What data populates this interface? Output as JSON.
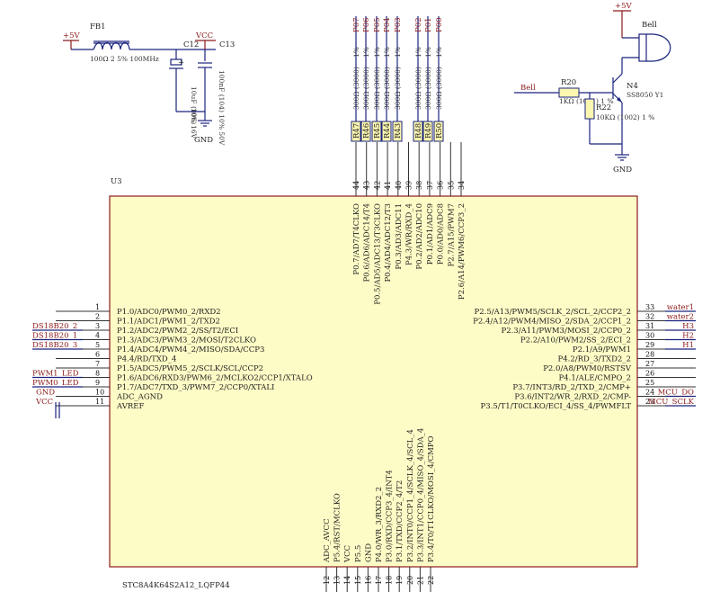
{
  "chip": {
    "designator": "U3",
    "part": "STC8A4K64S2A12_LQFP44",
    "left_pins": [
      {
        "num": "1",
        "name": "P1.0/ADC0/PWM0_2/RXD2",
        "net": ""
      },
      {
        "num": "2",
        "name": "P1.1/ADC1/PWM1_2/TXD2",
        "net": ""
      },
      {
        "num": "3",
        "name": "P1.2/ADC2/PWM2_2/SS/T2/ECI",
        "net": "DS18B20_2"
      },
      {
        "num": "4",
        "name": "P1.3/ADC3/PWM3_2/MOSI/T2CLKO",
        "net": "DS18B20_1"
      },
      {
        "num": "5",
        "name": "P1.4/ADC4/PWM4_2/MISO/SDA/CCP3",
        "net": "DS18B20_3"
      },
      {
        "num": "6",
        "name": "P4.4/RD/TXD_4",
        "net": ""
      },
      {
        "num": "7",
        "name": "P1.5/ADC5/PWM5_2/SCLK/SCL/CCP2",
        "net": ""
      },
      {
        "num": "8",
        "name": "P1.6/ADC6/RXD3/PWM6_2/MCLKO2/CCP1/XTALO",
        "net": "PWM1_LED"
      },
      {
        "num": "9",
        "name": "P1.7/ADC7/TXD_3/PWM7_2/CCP0/XTALI",
        "net": "PWM0_LED"
      },
      {
        "num": "10",
        "name": "ADC_AGND",
        "net": "GND"
      },
      {
        "num": "11",
        "name": "AVREF",
        "net": "VCC"
      }
    ],
    "right_pins": [
      {
        "num": "33",
        "name": "P2.5/A13/PWM5/SCLK_2/SCL_2/CCP2_2",
        "net": "water1"
      },
      {
        "num": "32",
        "name": "P2.4/A12/PWM4/MISO_2/SDA_2/CCP1_2",
        "net": "water2"
      },
      {
        "num": "31",
        "name": "P2.3/A11/PWM3/MOSI_2/CCP0_2",
        "net": "H3"
      },
      {
        "num": "30",
        "name": "P2.2/A10/PWM2/SS_2/ECI_2",
        "net": "H2"
      },
      {
        "num": "29",
        "name": "P2.1/A9/PWM1",
        "net": "H1"
      },
      {
        "num": "28",
        "name": "P4.2/RD_3/TXD2_2",
        "net": ""
      },
      {
        "num": "27",
        "name": "P2.0/A8/PWM0/RSTSV",
        "net": ""
      },
      {
        "num": "26",
        "name": "P4.1/ALE/CMPO_2",
        "net": ""
      },
      {
        "num": "25",
        "name": "P3.7/INT3/RD_2/TXD_2/CMP+",
        "net": ""
      },
      {
        "num": "24",
        "name": "P3.6/INT2/WR_2/RXD_2/CMP-",
        "net": "MCU_DO"
      },
      {
        "num": "23",
        "name": "P3.5/T1/T0CLKO/ECI_4/SS_4/PWMFLT",
        "net": "MCU_SCLK"
      }
    ],
    "top_pins": [
      {
        "num": "44",
        "name": "P0.7/AD7/T4CLKO"
      },
      {
        "num": "43",
        "name": "P0.6/AD6/ADC14/T4"
      },
      {
        "num": "42",
        "name": "P0.5/AD5/ADC13/T3CLKO"
      },
      {
        "num": "41",
        "name": "P0.4/AD4/ADC12/T3"
      },
      {
        "num": "40",
        "name": "P0.3/AD3/ADC11"
      },
      {
        "num": "39",
        "name": "P4.3/WR/RXD_4"
      },
      {
        "num": "38",
        "name": "P0.2/AD2/ADC10"
      },
      {
        "num": "37",
        "name": "P0.1/AD1/ADC9"
      },
      {
        "num": "36",
        "name": "P0.0/AD0/ADC8"
      },
      {
        "num": "35",
        "name": "P2.7/A15/PWM7"
      },
      {
        "num": "34",
        "name": "P2.6/A14/PWM6/CCP3_2"
      }
    ],
    "bottom_pins": [
      {
        "num": "12",
        "name": "ADC_AVCC"
      },
      {
        "num": "13",
        "name": "P5.4/RST/MCLKO"
      },
      {
        "num": "14",
        "name": "VCC"
      },
      {
        "num": "15",
        "name": "P5.5"
      },
      {
        "num": "16",
        "name": "GND"
      },
      {
        "num": "17",
        "name": "P4.0/WR_3/RXD2_2"
      },
      {
        "num": "18",
        "name": "P3.0/RXD/CCP3_4/INT4"
      },
      {
        "num": "19",
        "name": "P3.1/TXD/CCP2_4/T2"
      },
      {
        "num": "20",
        "name": "P3.2/INT0/CCP1_4/SCLK_4/SCL_4"
      },
      {
        "num": "21",
        "name": "P3.3/INT1/CCP0_4/MISO_4/SDA_4"
      },
      {
        "num": "22",
        "name": "P3.4/T0/T1CLKO/MOSI_4/CMPO"
      }
    ]
  },
  "resistor_array": [
    {
      "des": "R47",
      "net": "P07",
      "value": "300Ω (3000)",
      "tol": "1%"
    },
    {
      "des": "R46",
      "net": "P06",
      "value": "300Ω (3000)",
      "tol": "1%"
    },
    {
      "des": "R45",
      "net": "P05",
      "value": "300Ω (3000)",
      "tol": "1%"
    },
    {
      "des": "R44",
      "net": "P04",
      "value": "300Ω (3000)",
      "tol": "1%"
    },
    {
      "des": "R43",
      "net": "P03",
      "value": "300Ω (3000)",
      "tol": "1%"
    },
    {
      "des": "R48",
      "net": "P02",
      "value": "300Ω (3000)",
      "tol": "1%"
    },
    {
      "des": "R49",
      "net": "P01",
      "value": "300Ω (3000)",
      "tol": "1%"
    },
    {
      "des": "R50",
      "net": "P00",
      "value": "300Ω (3000)",
      "tol": "1%"
    }
  ],
  "power_filter": {
    "supply": "+5V",
    "ferrite": "FB1",
    "ferrite_value": "100Ω 2  5% 100MHz",
    "vcc": "VCC",
    "c12": "C12",
    "c12_value": "10uF (106)",
    "c12_tol": "10% 16V",
    "c13": "C13",
    "c13_value": "100nF (104) 10% 50V",
    "gnd": "GND",
    "plus": "+"
  },
  "bell_driver": {
    "supply": "+5V",
    "bell": "Bell",
    "input_net": "Bell",
    "r20": "R20",
    "r20_value": "1KΩ (1001) 1 %",
    "r22": "R22",
    "r22_value": "10KΩ (1002) 1 %",
    "q": "N4",
    "q_value": "SS8050 Y1",
    "gnd": "GND"
  }
}
